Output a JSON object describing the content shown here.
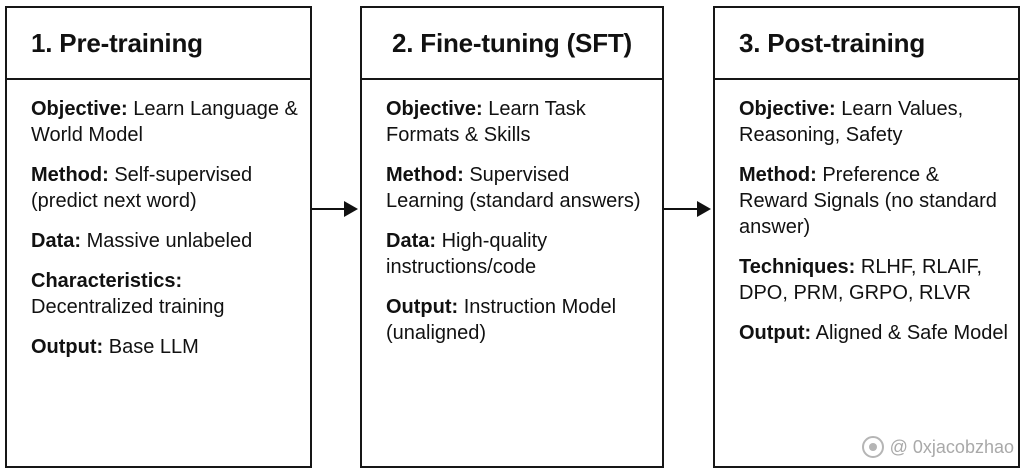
{
  "stages": [
    {
      "title": "1. Pre-training",
      "fields": [
        {
          "label": "Objective:",
          "text": " Learn Language & World Model"
        },
        {
          "label": "Method:",
          "text": " Self-supervised (predict next word)"
        },
        {
          "label": "Data:",
          "text": " Massive unlabeled"
        },
        {
          "label": "Characteristics:",
          "text": " Decentralized training"
        },
        {
          "label": "Output:",
          "text": " Base LLM"
        }
      ]
    },
    {
      "title": "2. Fine-tuning (SFT)",
      "fields": [
        {
          "label": "Objective:",
          "text": " Learn Task Formats & Skills"
        },
        {
          "label": "Method:",
          "text": " Supervised Learning (standard answers)"
        },
        {
          "label": "Data:",
          "text": " High-quality instructions/code"
        },
        {
          "label": "Output:",
          "text": " Instruction Model (unaligned)"
        }
      ]
    },
    {
      "title": "3. Post-training",
      "fields": [
        {
          "label": "Objective:",
          "text": " Learn Values, Reasoning, Safety"
        },
        {
          "label": "Method:",
          "text": " Preference & Reward Signals (no standard answer)"
        },
        {
          "label": "Techniques:",
          "text": " RLHF, RLAIF, DPO, PRM, GRPO, RLVR"
        },
        {
          "label": "Output:",
          "text": " Aligned & Safe Model"
        }
      ]
    }
  ],
  "watermark": {
    "icon": "weibo-logo-icon",
    "text": "@ 0xjacobzhao"
  }
}
